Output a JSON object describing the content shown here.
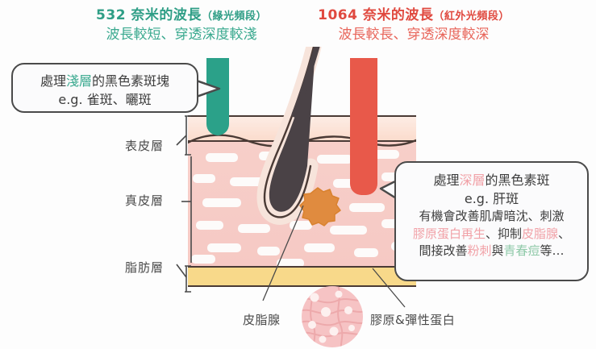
{
  "headers": {
    "green": {
      "wavelength": "532 奈米的波長",
      "band": "（綠光頻段）",
      "desc": "波長較短、穿透深度較淺",
      "color": "#2f9e86"
    },
    "red": {
      "wavelength": "1064 奈米的波長",
      "band": "（紅外光頻段）",
      "desc": "波長較長、穿透深度較深",
      "color": "#e0493f"
    }
  },
  "bubble_left": {
    "line1_a": "處理",
    "line1_hl": "淺層",
    "line1_b": "的黑色素斑塊",
    "line2": "e.g. 雀斑、曬斑"
  },
  "bubble_right": {
    "line1_a": "處理",
    "line1_hl": "深層",
    "line1_b": "的黑色素斑",
    "line2": "e.g. 肝斑",
    "line3": "有機會改善肌膚暗沈、刺激",
    "line4_a": "膠原蛋白再生",
    "line4_b": "、抑制",
    "line4_c": "皮脂腺",
    "line4_d": "、",
    "line5_a": "間接改善",
    "line5_b": "粉刺",
    "line5_c": "與",
    "line5_d": "青春痘",
    "line5_e": "等…"
  },
  "skin_layers": [
    {
      "label": "表皮層"
    },
    {
      "label": "真皮層"
    },
    {
      "label": "脂肪層"
    }
  ],
  "bottom_labels": {
    "gland": "皮脂腺",
    "collagen": "膠原&彈性蛋白"
  },
  "colors": {
    "green_beam": "#2ba189",
    "red_beam": "#e8594a",
    "epidermis": "#fbdccd",
    "dermis": "#f7cfc9",
    "fat": "#f8d98a",
    "highlight_pink": "#f1a0a6",
    "highlight_green": "#8fc9a8",
    "outline": "#4a3a35"
  }
}
